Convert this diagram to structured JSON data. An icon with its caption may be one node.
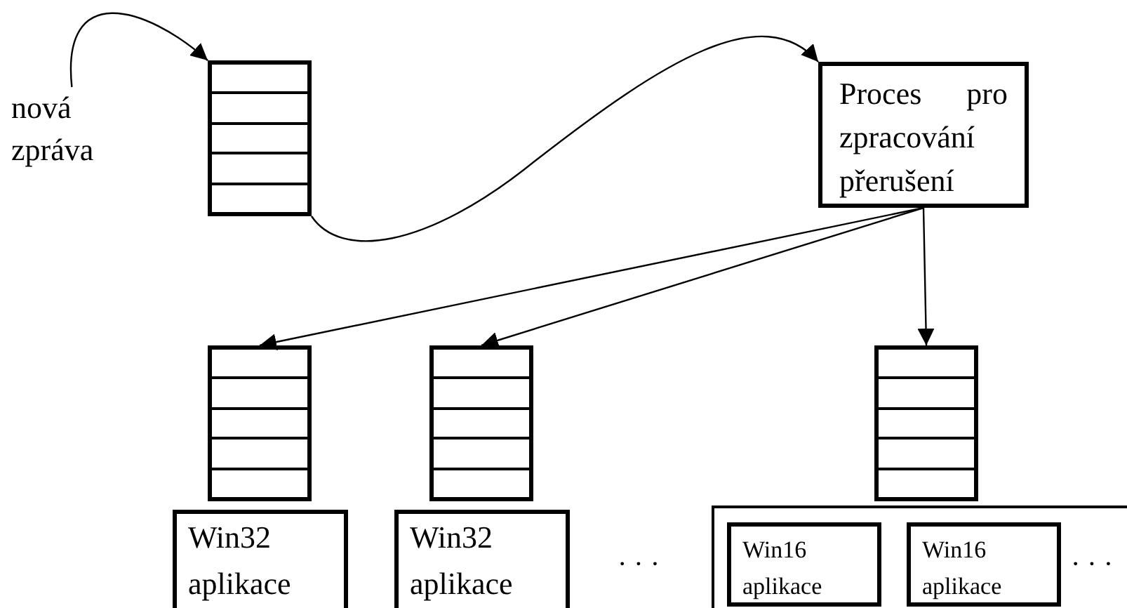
{
  "diagram": {
    "nodes": [
      {
        "text": [
          "nová zpráva"
        ]
      },
      {
        "text": [],
        "shape": "stack"
      },
      {
        "text": [
          "Proces pro zpracování přerušení"
        ]
      },
      {
        "text": [],
        "shape": "stack"
      },
      {
        "text": [],
        "shape": "stack"
      },
      {
        "text": [],
        "shape": "stack"
      },
      {
        "text": [
          "Win32 aplikace"
        ]
      },
      {
        "text": [
          "Win32 aplikace"
        ]
      },
      {
        "text": [],
        "shape": "box"
      },
      {
        "text": [
          "Win16 aplikace"
        ],
        "in": 8
      },
      {
        "text": [
          "Win16 aplikace"
        ],
        "in": 8
      }
    ],
    "edges": [
      {
        "from": 0,
        "to": 1,
        "arrow": "to"
      },
      {
        "from": 1,
        "to": 2,
        "arrow": "to"
      },
      {
        "from": 2,
        "to": 3,
        "arrow": "to"
      },
      {
        "from": 2,
        "to": 4,
        "arrow": "to"
      },
      {
        "from": 2,
        "to": 5,
        "arrow": "to"
      }
    ],
    "labels": [
      "· · ·",
      "· · ·"
    ]
  }
}
